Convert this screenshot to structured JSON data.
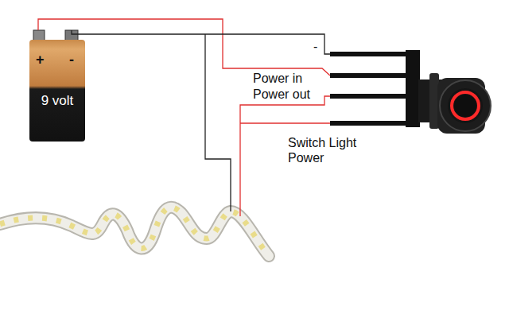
{
  "diagram": {
    "nodes": [
      {
        "text": [
          "+",
          "-",
          "9 volt"
        ]
      }
    ],
    "labels": [
      "-",
      "Power in",
      "Power out",
      "Switch Light Power"
    ]
  }
}
